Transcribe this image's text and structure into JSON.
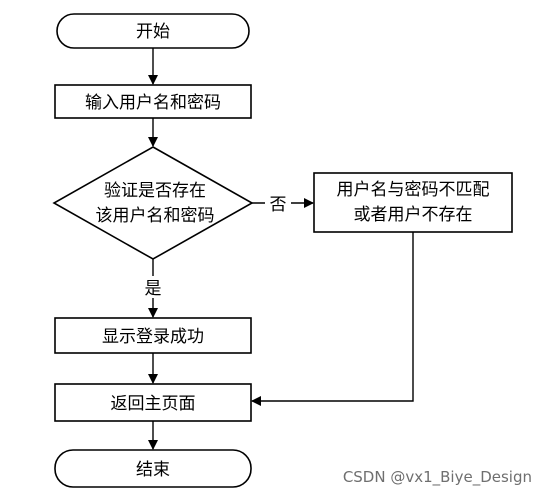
{
  "flowchart": {
    "start": "开始",
    "input": "输入用户名和密码",
    "decision_line1": "验证是否存在",
    "decision_line2": "该用户名和密码",
    "no_label": "否",
    "error_line1": "用户名与密码不匹配",
    "error_line2": "或者用户不存在",
    "yes_label": "是",
    "success": "显示登录成功",
    "return_home": "返回主页面",
    "end": "结束"
  },
  "watermark": "CSDN @vx1_Biye_Design"
}
